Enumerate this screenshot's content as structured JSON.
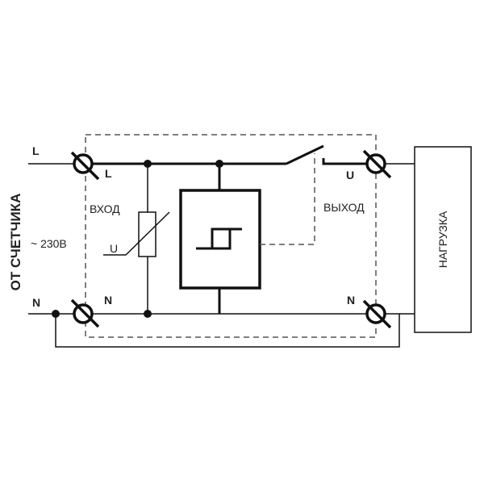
{
  "labels": {
    "source": "ОТ СЧЕТЧИКА",
    "voltage": "~ 230В",
    "input": "ВХОД",
    "output": "ВЫХОД",
    "load": "НАГРУЗКА",
    "line_in_outer": "L",
    "line_in_inner": "L",
    "neutral_in_outer": "N",
    "neutral_in_inner": "N",
    "line_out": "U",
    "neutral_out": "N",
    "varistor": "U"
  }
}
